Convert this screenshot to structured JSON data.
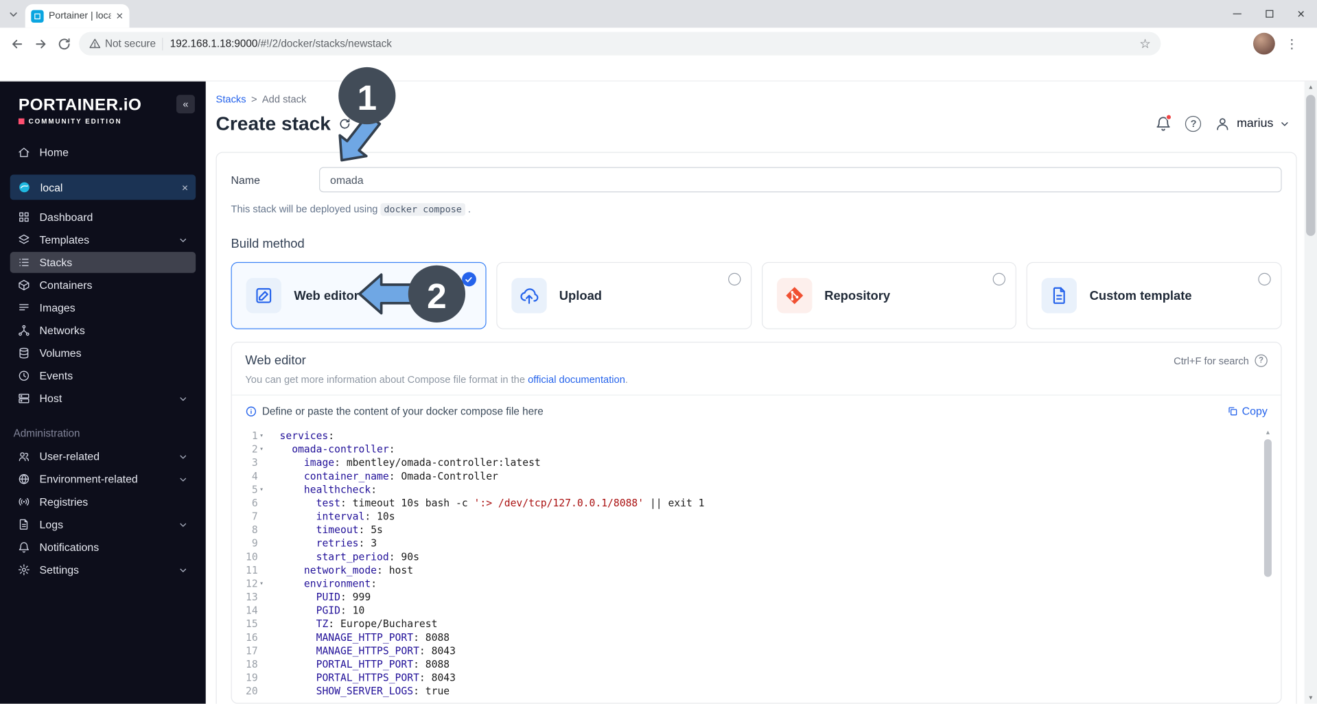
{
  "browser": {
    "tab_title": "Portainer | loca",
    "not_secure": "Not secure",
    "url_host": "192.168.1.18:9000",
    "url_path": "/#!/2/docker/stacks/newstack"
  },
  "icons": {
    "collapse": "«",
    "env_close": "×",
    "tab_close": "✕",
    "window_close": "✕",
    "star": "☆",
    "menu_dots": "⋮",
    "fold": "▾",
    "help": "?",
    "warning": "!",
    "scroll_up": "▲",
    "scroll_down": "▼"
  },
  "sidebar": {
    "logo_title": "PORTAINER.iO",
    "logo_subtitle": "COMMUNITY EDITION",
    "home_label": "Home",
    "environment": {
      "name": "local"
    },
    "items": [
      {
        "label": "Dashboard"
      },
      {
        "label": "Templates",
        "expandable": true
      },
      {
        "label": "Stacks",
        "active": true
      },
      {
        "label": "Containers"
      },
      {
        "label": "Images"
      },
      {
        "label": "Networks"
      },
      {
        "label": "Volumes"
      },
      {
        "label": "Events"
      },
      {
        "label": "Host",
        "expandable": true
      }
    ],
    "admin_label": "Administration",
    "admin_items": [
      {
        "label": "User-related",
        "expandable": true
      },
      {
        "label": "Environment-related",
        "expandable": true
      },
      {
        "label": "Registries"
      },
      {
        "label": "Logs",
        "expandable": true
      },
      {
        "label": "Notifications"
      },
      {
        "label": "Settings",
        "expandable": true
      }
    ]
  },
  "header": {
    "breadcrumb_stacks": "Stacks",
    "breadcrumb_sep": ">",
    "breadcrumb_current": "Add stack",
    "title": "Create stack",
    "username": "marius"
  },
  "form": {
    "name_label": "Name",
    "name_value": "omada",
    "deploy_prefix": "This stack will be deployed using",
    "deploy_code": "docker compose",
    "deploy_suffix": ".",
    "build_method_title": "Build method",
    "methods": [
      {
        "label": "Web editor",
        "selected": true
      },
      {
        "label": "Upload",
        "selected": false
      },
      {
        "label": "Repository",
        "selected": false
      },
      {
        "label": "Custom template",
        "selected": false
      }
    ]
  },
  "editor": {
    "title": "Web editor",
    "search_hint": "Ctrl+F for search",
    "info_prefix": "You can get more information about Compose file format in the",
    "info_link": "official documentation",
    "info_suffix": ".",
    "define_text": "Define or paste the content of your docker compose file here",
    "copy_label": "Copy",
    "fold_lines": [
      1,
      2,
      5,
      12
    ],
    "lines": [
      [
        [
          "k",
          "services"
        ],
        [
          "p",
          ":"
        ]
      ],
      [
        [
          "p",
          "  "
        ],
        [
          "k",
          "omada-controller"
        ],
        [
          "p",
          ":"
        ]
      ],
      [
        [
          "p",
          "    "
        ],
        [
          "k",
          "image"
        ],
        [
          "p",
          ": mbentley/omada-controller:latest"
        ]
      ],
      [
        [
          "p",
          "    "
        ],
        [
          "k",
          "container_name"
        ],
        [
          "p",
          ": Omada-Controller"
        ]
      ],
      [
        [
          "p",
          "    "
        ],
        [
          "k",
          "healthcheck"
        ],
        [
          "p",
          ":"
        ]
      ],
      [
        [
          "p",
          "      "
        ],
        [
          "k",
          "test"
        ],
        [
          "p",
          ": timeout 10s bash -c "
        ],
        [
          "s",
          "':> /dev/tcp/127.0.0.1/8088'"
        ],
        [
          "p",
          " || exit 1"
        ]
      ],
      [
        [
          "p",
          "      "
        ],
        [
          "k",
          "interval"
        ],
        [
          "p",
          ": 10s"
        ]
      ],
      [
        [
          "p",
          "      "
        ],
        [
          "k",
          "timeout"
        ],
        [
          "p",
          ": 5s"
        ]
      ],
      [
        [
          "p",
          "      "
        ],
        [
          "k",
          "retries"
        ],
        [
          "p",
          ": 3"
        ]
      ],
      [
        [
          "p",
          "      "
        ],
        [
          "k",
          "start_period"
        ],
        [
          "p",
          ": 90s"
        ]
      ],
      [
        [
          "p",
          "    "
        ],
        [
          "k",
          "network_mode"
        ],
        [
          "p",
          ": host"
        ]
      ],
      [
        [
          "p",
          "    "
        ],
        [
          "k",
          "environment"
        ],
        [
          "p",
          ":"
        ]
      ],
      [
        [
          "p",
          "      "
        ],
        [
          "k",
          "PUID"
        ],
        [
          "p",
          ": 999"
        ]
      ],
      [
        [
          "p",
          "      "
        ],
        [
          "k",
          "PGID"
        ],
        [
          "p",
          ": 10"
        ]
      ],
      [
        [
          "p",
          "      "
        ],
        [
          "k",
          "TZ"
        ],
        [
          "p",
          ": Europe/Bucharest"
        ]
      ],
      [
        [
          "p",
          "      "
        ],
        [
          "k",
          "MANAGE_HTTP_PORT"
        ],
        [
          "p",
          ": 8088"
        ]
      ],
      [
        [
          "p",
          "      "
        ],
        [
          "k",
          "MANAGE_HTTPS_PORT"
        ],
        [
          "p",
          ": 8043"
        ]
      ],
      [
        [
          "p",
          "      "
        ],
        [
          "k",
          "PORTAL_HTTP_PORT"
        ],
        [
          "p",
          ": 8088"
        ]
      ],
      [
        [
          "p",
          "      "
        ],
        [
          "k",
          "PORTAL_HTTPS_PORT"
        ],
        [
          "p",
          ": 8043"
        ]
      ],
      [
        [
          "p",
          "      "
        ],
        [
          "k",
          "SHOW_SERVER_LOGS"
        ],
        [
          "p",
          ": true"
        ]
      ]
    ]
  },
  "annotations": {
    "step1": "1",
    "step2": "2"
  }
}
